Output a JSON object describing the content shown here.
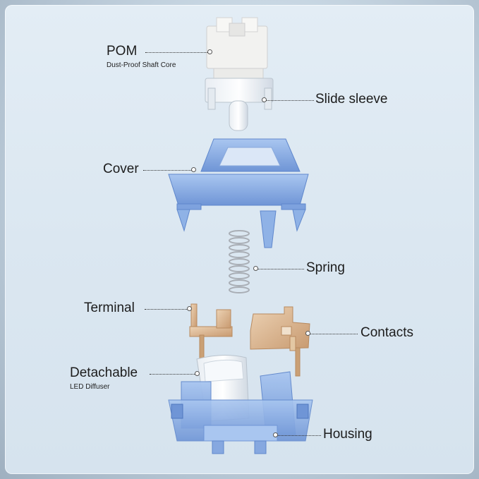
{
  "parts": {
    "pom": {
      "title": "POM",
      "subtitle": "Dust-Proof Shaft Core"
    },
    "slide_sleeve": {
      "title": "Slide sleeve"
    },
    "cover": {
      "title": "Cover"
    },
    "spring": {
      "title": "Spring"
    },
    "terminal": {
      "title": "Terminal"
    },
    "contacts": {
      "title": "Contacts"
    },
    "diffuser": {
      "title": "Detachable",
      "subtitle": "LED Diffuser"
    },
    "housing": {
      "title": "Housing"
    }
  },
  "colors": {
    "stem": "#f4f4f2",
    "blue_plastic": "#8fb2e6",
    "blue_dark": "#5f87cc",
    "copper": "#d9b48e",
    "spring_metal": "#b8bcc2"
  }
}
